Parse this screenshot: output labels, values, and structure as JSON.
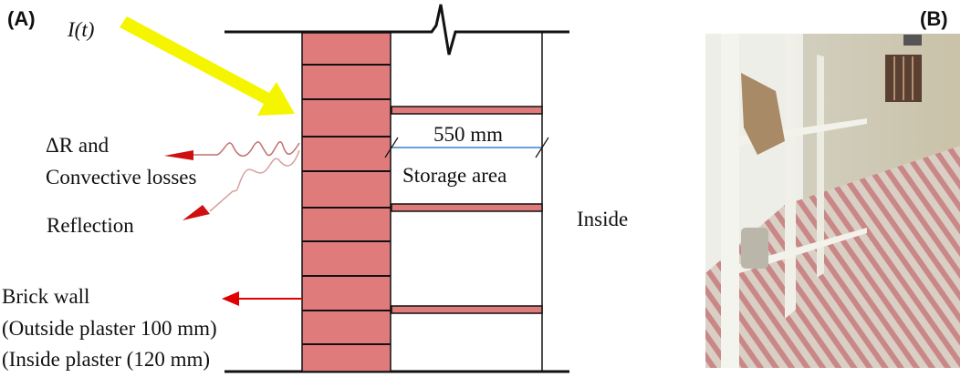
{
  "panel_a": {
    "label": "(A)",
    "irradiance": "I(t)",
    "delta_r": "ΔR and",
    "convective": "Convective losses",
    "reflection": "Reflection",
    "brick_wall": "Brick wall",
    "outside_plaster": "(Outside plaster 100 mm)",
    "inside_plaster": "(Inside plaster (120 mm)",
    "dimension": "550 mm",
    "storage": "Storage area",
    "inside": "Inside"
  },
  "panel_b": {
    "label": "(B)"
  },
  "colors": {
    "brick": "#e07b7b",
    "sun": "#f5f500",
    "arrow": "#e00000",
    "dimension": "#3a7fd0"
  }
}
